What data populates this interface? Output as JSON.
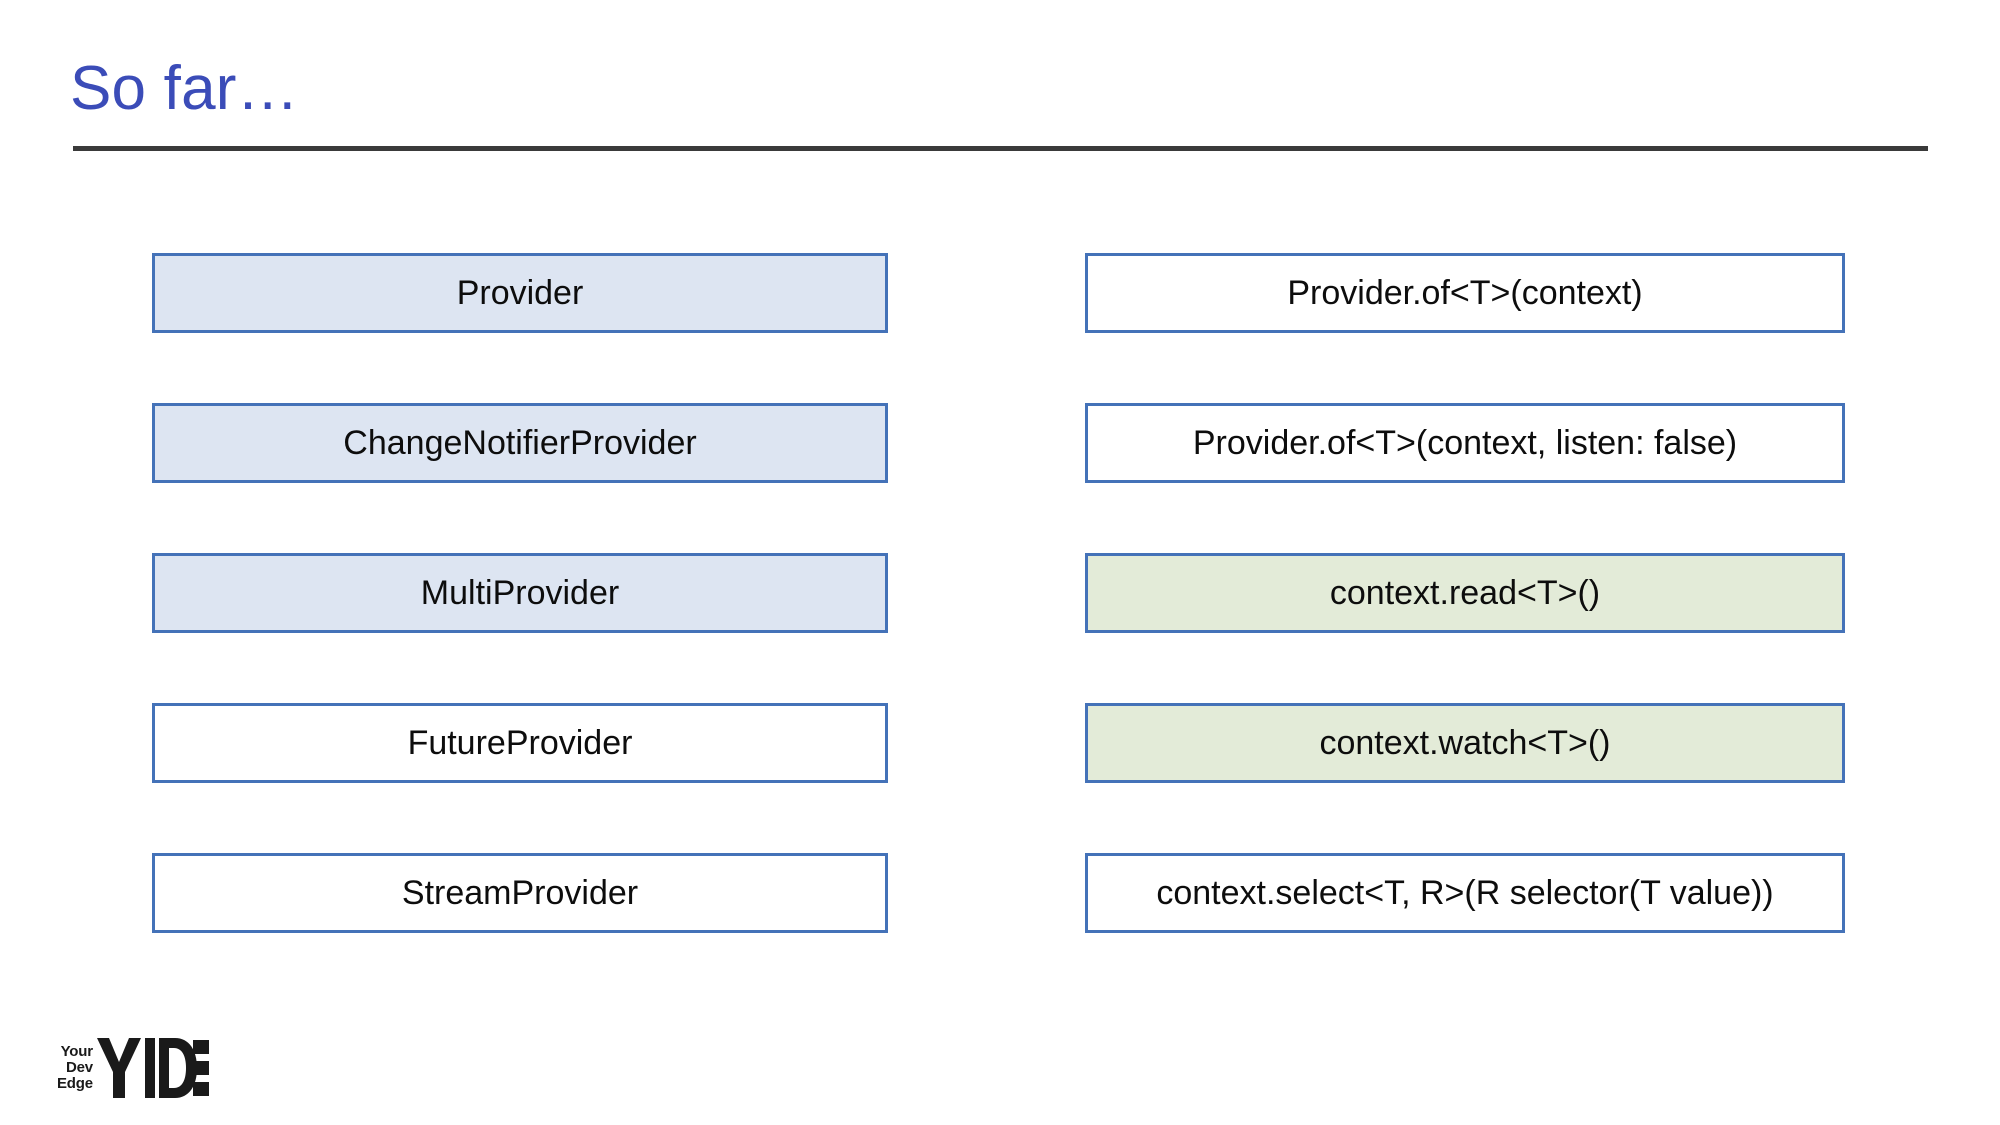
{
  "slide": {
    "title": "So far…",
    "title_color": "#3b4cb8",
    "rule_color": "#3a3a3a",
    "background": "#ffffff"
  },
  "colors": {
    "box_border": "#4472b8",
    "fill_blue": "#dde5f2",
    "fill_green": "#e3ebd8",
    "fill_white": "#ffffff",
    "text": "#0d0d0d"
  },
  "left_column": {
    "name": "providers",
    "boxes": [
      {
        "label": "Provider",
        "fill": "blue"
      },
      {
        "label": "ChangeNotifierProvider",
        "fill": "blue"
      },
      {
        "label": "MultiProvider",
        "fill": "blue"
      },
      {
        "label": "FutureProvider",
        "fill": "white"
      },
      {
        "label": "StreamProvider",
        "fill": "white"
      }
    ]
  },
  "right_column": {
    "name": "consumption-apis",
    "boxes": [
      {
        "label": "Provider.of<T>(context)",
        "fill": "white"
      },
      {
        "label": "Provider.of<T>(context, listen: false)",
        "fill": "white"
      },
      {
        "label": "context.read<T>()",
        "fill": "green"
      },
      {
        "label": "context.watch<T>()",
        "fill": "green"
      },
      {
        "label": "context.select<T, R>(R selector(T value))",
        "fill": "white"
      }
    ]
  },
  "logo": {
    "line1": "Your",
    "line2": "Dev",
    "line3": "Edge",
    "mark": "YIDE",
    "mark_icon": "yide-logo-icon"
  }
}
